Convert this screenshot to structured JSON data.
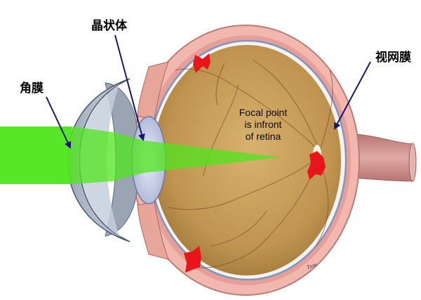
{
  "labels": {
    "lens": "晶状体",
    "cornea": "角膜",
    "retina": "视网膜"
  },
  "annotation": {
    "lines": [
      "Focal point",
      "is infront",
      "of retina"
    ]
  },
  "signature": "Tom",
  "colors": {
    "light_beam": "#4fe61c",
    "eyeball_interior": "#c49a55",
    "sclera": "#f2b7ae",
    "retina_line": "#7f96c4",
    "marker": "#e8151b",
    "pointer_arrow": "#16186a",
    "optic_nerve": "#c98783"
  }
}
